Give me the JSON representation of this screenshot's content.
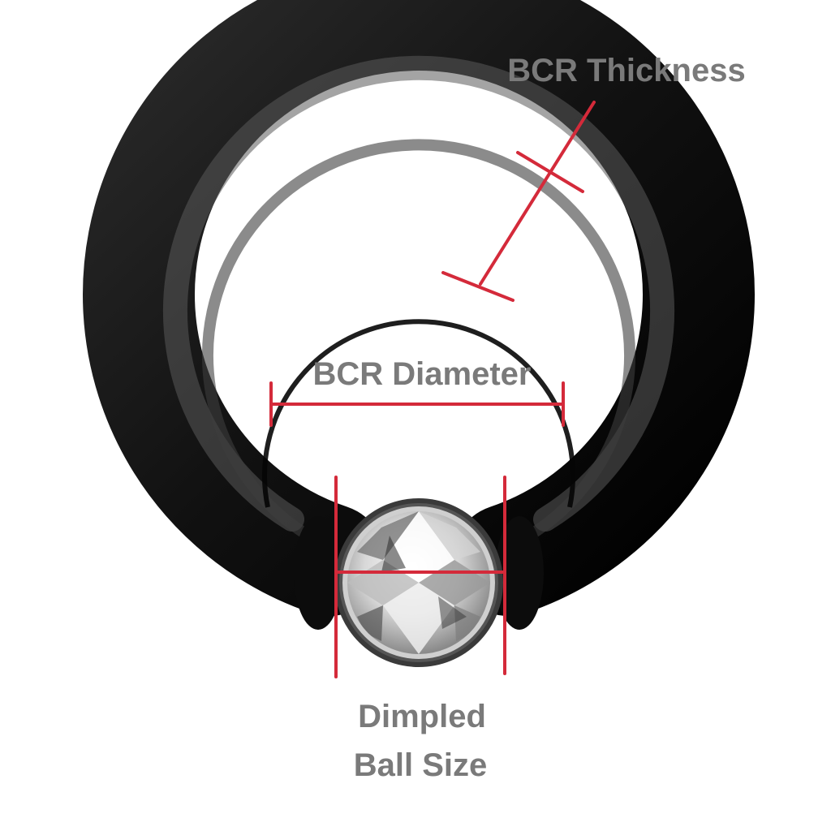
{
  "labels": {
    "bcr_thickness": "BCR Thickness",
    "bcr_diameter": "BCR Diameter",
    "ball_size_line1": "Dimpled",
    "ball_size_line2": "Ball Size"
  },
  "colors": {
    "background": "#ffffff",
    "ring": "#141414",
    "ring_highlight": "#5e5e5e",
    "measure_line": "#d42a3a",
    "label_text": "#7a7a7a",
    "gem_bezel": "#3a3a3a"
  },
  "icons": {
    "ring": "captive-bead-ring",
    "gem": "round-crystal-gem"
  }
}
